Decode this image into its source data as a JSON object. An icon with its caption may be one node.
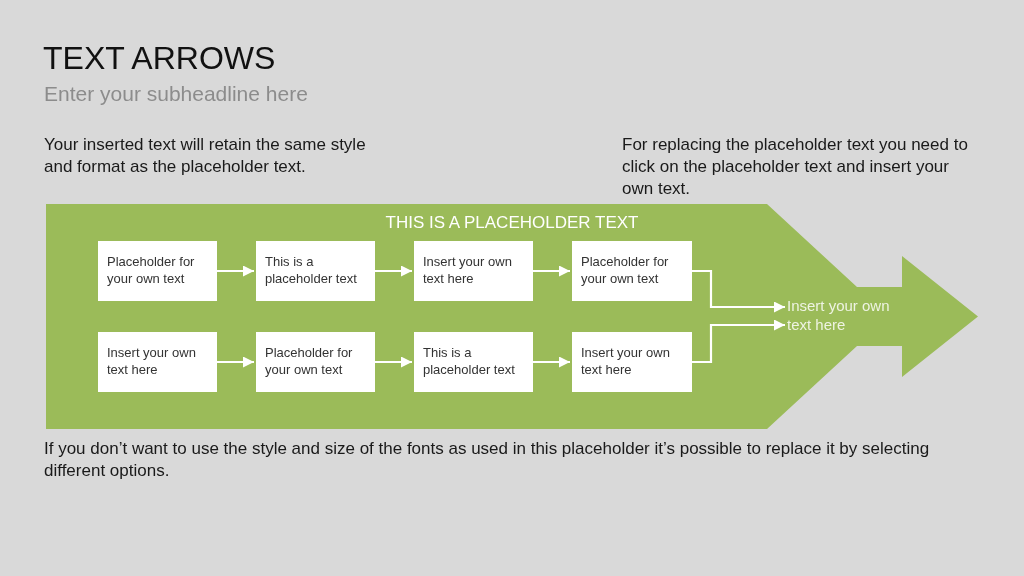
{
  "diagram": {
    "title": "TEXT ARROWS",
    "nodes": [
      {
        "text": [
          "THIS IS A PLACEHOLDER TEXT"
        ]
      },
      {
        "text": [
          "Placeholder for your own text"
        ],
        "in": 0
      },
      {
        "text": [
          "This is a placeholder text"
        ],
        "in": 0
      },
      {
        "text": [
          "Insert your own text here"
        ],
        "in": 0
      },
      {
        "text": [
          "Placeholder for your own text"
        ],
        "in": 0
      },
      {
        "text": [
          "Insert your own text here"
        ],
        "in": 0
      },
      {
        "text": [
          "Placeholder for your own text"
        ],
        "in": 0
      },
      {
        "text": [
          "This is a placeholder text"
        ],
        "in": 0
      },
      {
        "text": [
          "Insert your own text here"
        ],
        "in": 0
      },
      {
        "text": [
          "Insert your own text here"
        ],
        "in": 0
      }
    ],
    "edges": [
      {
        "from": 1,
        "to": 2,
        "arrow": "to"
      },
      {
        "from": 2,
        "to": 3,
        "arrow": "to"
      },
      {
        "from": 3,
        "to": 4,
        "arrow": "to"
      },
      {
        "from": 5,
        "to": 6,
        "arrow": "to"
      },
      {
        "from": 6,
        "to": 7,
        "arrow": "to"
      },
      {
        "from": 7,
        "to": 8,
        "arrow": "to"
      },
      {
        "from": 4,
        "to": 9,
        "arrow": "to"
      },
      {
        "from": 8,
        "to": 9,
        "arrow": "to"
      }
    ],
    "labels": [
      "Enter your subheadline here",
      "Your inserted text will retain the same style and format as the placeholder text.",
      "For replacing the placeholder text you need to click on the placeholder text and insert your own text.",
      "If you don’t want to use the style and size of the fonts as used in this placeholder it’s possible to replace it by selecting different options."
    ]
  }
}
